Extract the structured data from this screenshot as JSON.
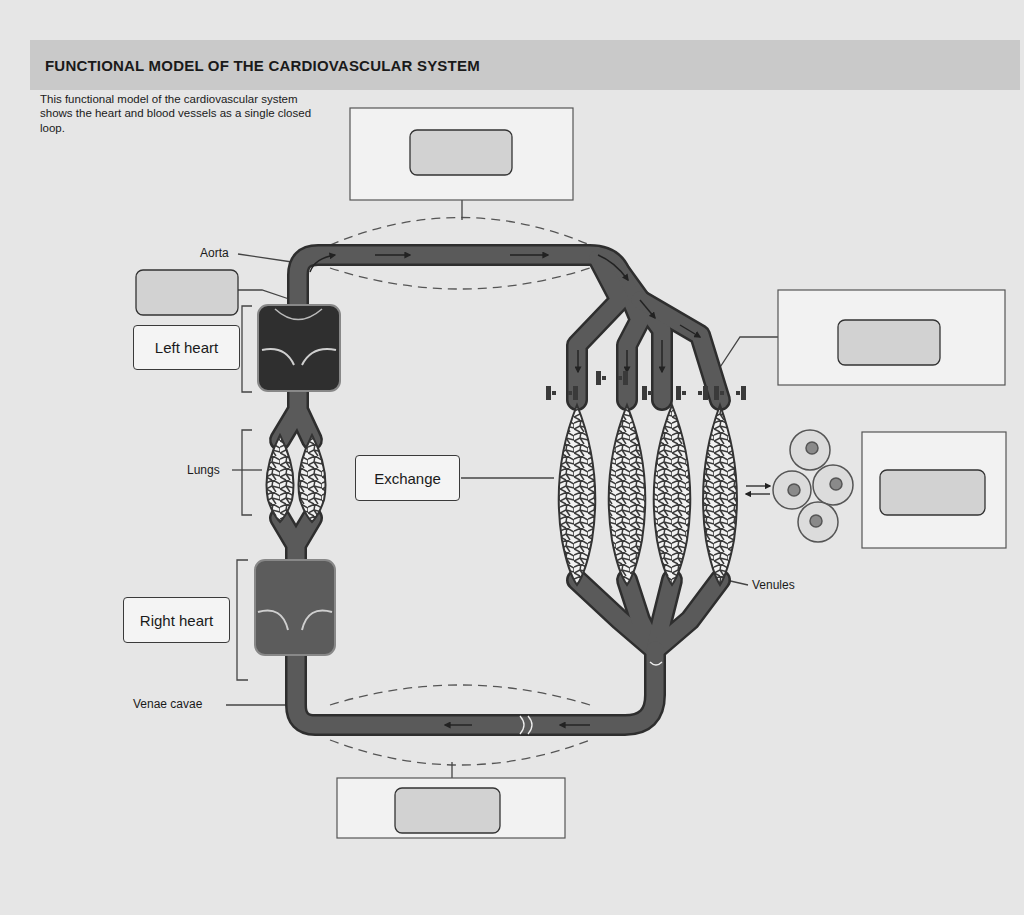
{
  "diagram": {
    "title": "FUNCTIONAL MODEL OF THE CARDIOVASCULAR SYSTEM",
    "nodes": [
      {
        "text": [
          "Left heart"
        ]
      },
      {
        "text": [
          "Exchange"
        ]
      },
      {
        "text": [
          "Right heart"
        ]
      }
    ],
    "labels": [
      "This functional model of the cardiovascular system shows the heart and blood vessels as a single closed loop.",
      "Aorta",
      "Lungs",
      "Venae cavae",
      "Venules"
    ]
  }
}
